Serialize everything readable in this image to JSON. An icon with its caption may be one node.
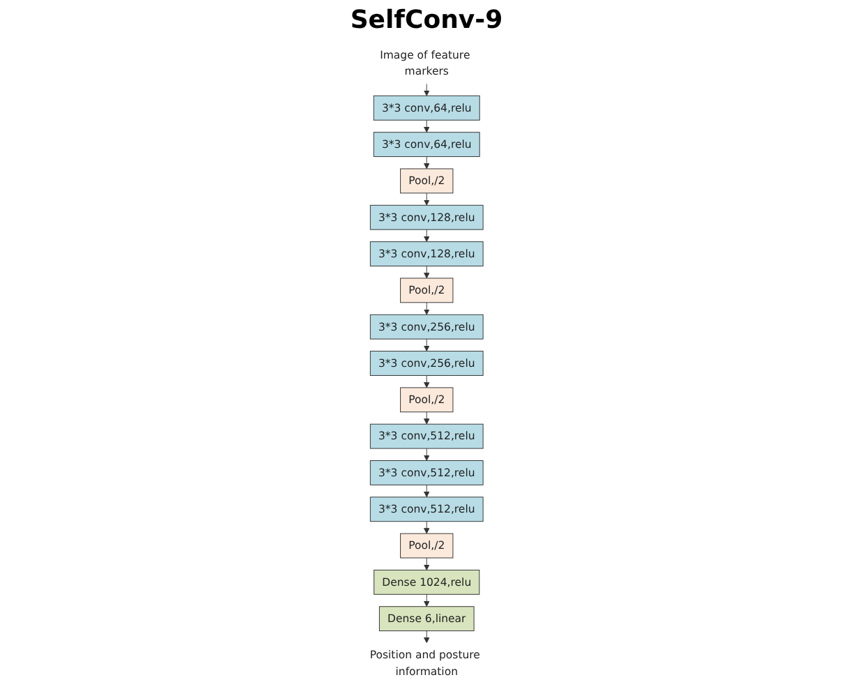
{
  "diagram": {
    "title": "SelfConv-9",
    "nodes": [
      {
        "text": [
          "Image of feature markers"
        ]
      },
      {
        "text": [
          "3*3 conv,64,relu"
        ]
      },
      {
        "text": [
          "3*3 conv,64,relu"
        ]
      },
      {
        "text": [
          "Pool,/2"
        ]
      },
      {
        "text": [
          "3*3 conv,128,relu"
        ]
      },
      {
        "text": [
          "3*3 conv,128,relu"
        ]
      },
      {
        "text": [
          "Pool,/2"
        ]
      },
      {
        "text": [
          "3*3 conv,256,relu"
        ]
      },
      {
        "text": [
          "3*3 conv,256,relu"
        ]
      },
      {
        "text": [
          "Pool,/2"
        ]
      },
      {
        "text": [
          "3*3 conv,512,relu"
        ]
      },
      {
        "text": [
          "3*3 conv,512,relu"
        ]
      },
      {
        "text": [
          "3*3 conv,512,relu"
        ]
      },
      {
        "text": [
          "Pool,/2"
        ]
      },
      {
        "text": [
          "Dense 1024,relu"
        ]
      },
      {
        "text": [
          "Dense 6,linear"
        ]
      },
      {
        "text": [
          "Position and posture information"
        ]
      }
    ],
    "edges": [
      {
        "from": 0,
        "to": 1,
        "arrow": "to"
      },
      {
        "from": 1,
        "to": 2,
        "arrow": "to"
      },
      {
        "from": 2,
        "to": 3,
        "arrow": "to"
      },
      {
        "from": 3,
        "to": 4,
        "arrow": "to"
      },
      {
        "from": 4,
        "to": 5,
        "arrow": "to"
      },
      {
        "from": 5,
        "to": 6,
        "arrow": "to"
      },
      {
        "from": 6,
        "to": 7,
        "arrow": "to"
      },
      {
        "from": 7,
        "to": 8,
        "arrow": "to"
      },
      {
        "from": 8,
        "to": 9,
        "arrow": "to"
      },
      {
        "from": 9,
        "to": 10,
        "arrow": "to"
      },
      {
        "from": 10,
        "to": 11,
        "arrow": "to"
      },
      {
        "from": 11,
        "to": 12,
        "arrow": "to"
      },
      {
        "from": 12,
        "to": 13,
        "arrow": "to"
      },
      {
        "from": 13,
        "to": 14,
        "arrow": "to"
      },
      {
        "from": 14,
        "to": 15,
        "arrow": "to"
      },
      {
        "from": 15,
        "to": 16,
        "arrow": "to"
      }
    ]
  }
}
